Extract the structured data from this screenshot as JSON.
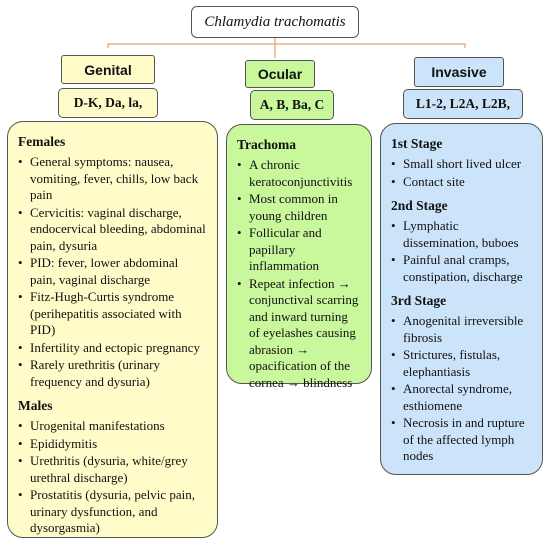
{
  "title": "Chlamydia trachomatis",
  "genital": {
    "header": "Genital",
    "serovars": "D-K, Da, la,",
    "sections": [
      {
        "title": "Females",
        "items": [
          "General symptoms: nausea, vomiting, fever, chills, low back pain",
          "Cervicitis: vaginal discharge, endocervical bleeding, abdominal pain, dysuria",
          "PID: fever, lower abdominal pain, vaginal discharge",
          "Fitz-Hugh-Curtis syndrome (perihepatitis associated with PID)",
          "Infertility and ectopic pregnancy",
          "Rarely urethritis (urinary frequency and dysuria)"
        ]
      },
      {
        "title": "Males",
        "items": [
          "Urogenital manifestations",
          "Epididymitis",
          "Urethritis (dysuria, white/grey urethral discharge)",
          "Prostatitis (dysuria, pelvic pain, urinary dysfunction, and dysorgasmia)"
        ]
      }
    ]
  },
  "ocular": {
    "header": "Ocular",
    "serovars": "A, B, Ba, C",
    "sections": [
      {
        "title": "Trachoma",
        "items": [
          "A chronic keratoconjunctivitis",
          "Most common in young children",
          "Follicular and papillary inflammation",
          "Repeat infection → conjunctival scarring and inward turning of eyelashes causing abrasion → opacification of the cornea → blindness"
        ]
      }
    ]
  },
  "invasive": {
    "header": "Invasive",
    "serovars": "L1-2, L2A, L2B,",
    "sections": [
      {
        "title": "1st Stage",
        "items": [
          "Small short lived ulcer",
          "Contact site"
        ]
      },
      {
        "title": "2nd Stage",
        "items": [
          "Lymphatic dissemination, buboes",
          "Painful anal cramps, constipation, discharge"
        ]
      },
      {
        "title": "3rd Stage",
        "items": [
          "Anogenital irreversible fibrosis",
          "Strictures, fistulas, elephantiasis",
          "Anorectal syndrome, esthiomene",
          "Necrosis in and rupture of the affected lymph nodes"
        ]
      }
    ]
  },
  "colors": {
    "genital_fill": "#fffcc9",
    "ocular_fill": "#c9f79c",
    "invasive_fill": "#cce4f9",
    "connector": "#e8a070"
  }
}
